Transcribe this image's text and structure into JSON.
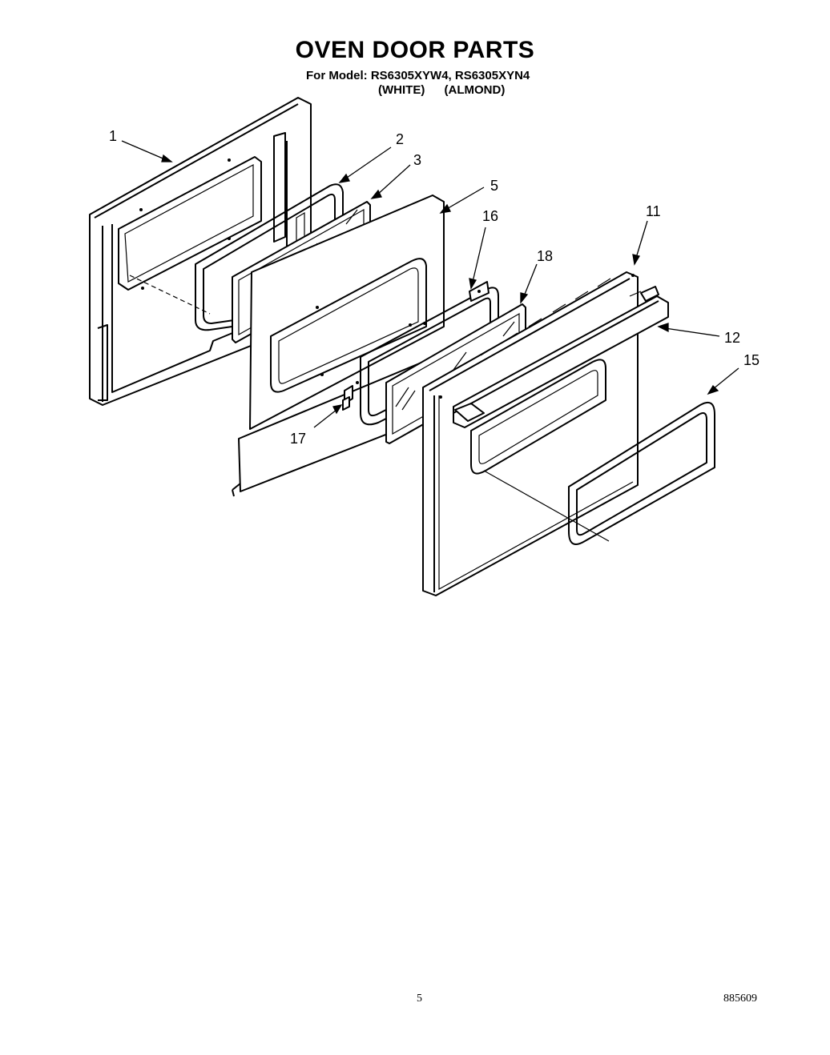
{
  "header": {
    "title": "OVEN DOOR PARTS",
    "model_line": "For Model: RS6305XYW4, RS6305XYN4",
    "color_1": "(WHITE)",
    "color_2": "(ALMOND)"
  },
  "callouts": [
    "1",
    "2",
    "3",
    "5",
    "16",
    "18",
    "11",
    "12",
    "15",
    "17"
  ],
  "footer": {
    "page_number": "5",
    "doc_code": "885609"
  }
}
